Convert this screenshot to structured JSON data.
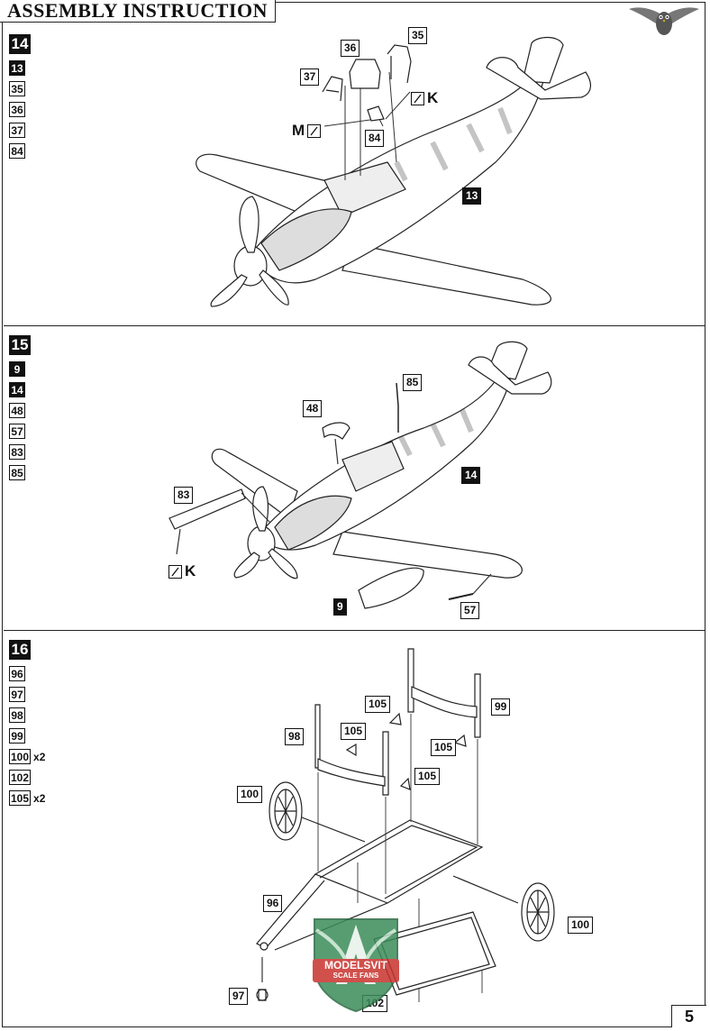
{
  "header": {
    "title": "ASSEMBLY INSTRUCTION",
    "page_number": "5"
  },
  "steps": [
    {
      "number": "14",
      "parts": [
        {
          "id": "13",
          "dark": true,
          "qty": ""
        },
        {
          "id": "35",
          "dark": false,
          "qty": ""
        },
        {
          "id": "36",
          "dark": false,
          "qty": ""
        },
        {
          "id": "37",
          "dark": false,
          "qty": ""
        },
        {
          "id": "84",
          "dark": false,
          "qty": ""
        }
      ],
      "callouts": {
        "c36": "36",
        "c35": "35",
        "c37": "37",
        "c84": "84",
        "c13": "13"
      },
      "paint": {
        "k": "K",
        "m": "M"
      }
    },
    {
      "number": "15",
      "parts": [
        {
          "id": "9",
          "dark": true,
          "qty": ""
        },
        {
          "id": "14",
          "dark": true,
          "qty": ""
        },
        {
          "id": "48",
          "dark": false,
          "qty": ""
        },
        {
          "id": "57",
          "dark": false,
          "qty": ""
        },
        {
          "id": "83",
          "dark": false,
          "qty": ""
        },
        {
          "id": "85",
          "dark": false,
          "qty": ""
        }
      ],
      "callouts": {
        "c85": "85",
        "c48": "48",
        "c14": "14",
        "c83": "83",
        "c9": "9",
        "c57": "57"
      },
      "paint": {
        "k": "K"
      }
    },
    {
      "number": "16",
      "parts": [
        {
          "id": "96",
          "dark": false,
          "qty": ""
        },
        {
          "id": "97",
          "dark": false,
          "qty": ""
        },
        {
          "id": "98",
          "dark": false,
          "qty": ""
        },
        {
          "id": "99",
          "dark": false,
          "qty": ""
        },
        {
          "id": "100",
          "dark": false,
          "qty": "x2"
        },
        {
          "id": "102",
          "dark": false,
          "qty": ""
        },
        {
          "id": "105",
          "dark": false,
          "qty": "x2"
        }
      ],
      "callouts": {
        "c105a": "105",
        "c99": "99",
        "c98": "98",
        "c105b": "105",
        "c105c": "105",
        "c105d": "105",
        "c100a": "100",
        "c96": "96",
        "c100b": "100",
        "c97": "97",
        "c102": "102"
      }
    }
  ],
  "logo": {
    "line1": "MODELSVIT",
    "line2": "SCALE FANS"
  },
  "colors": {
    "ink": "#111111",
    "paper": "#ffffff",
    "logo_green": "#3c8c5a",
    "logo_red": "#c8322d"
  },
  "icons": [
    "owl-logo-icon",
    "paintbrush-icon",
    "modelsvit-shield-logo"
  ]
}
